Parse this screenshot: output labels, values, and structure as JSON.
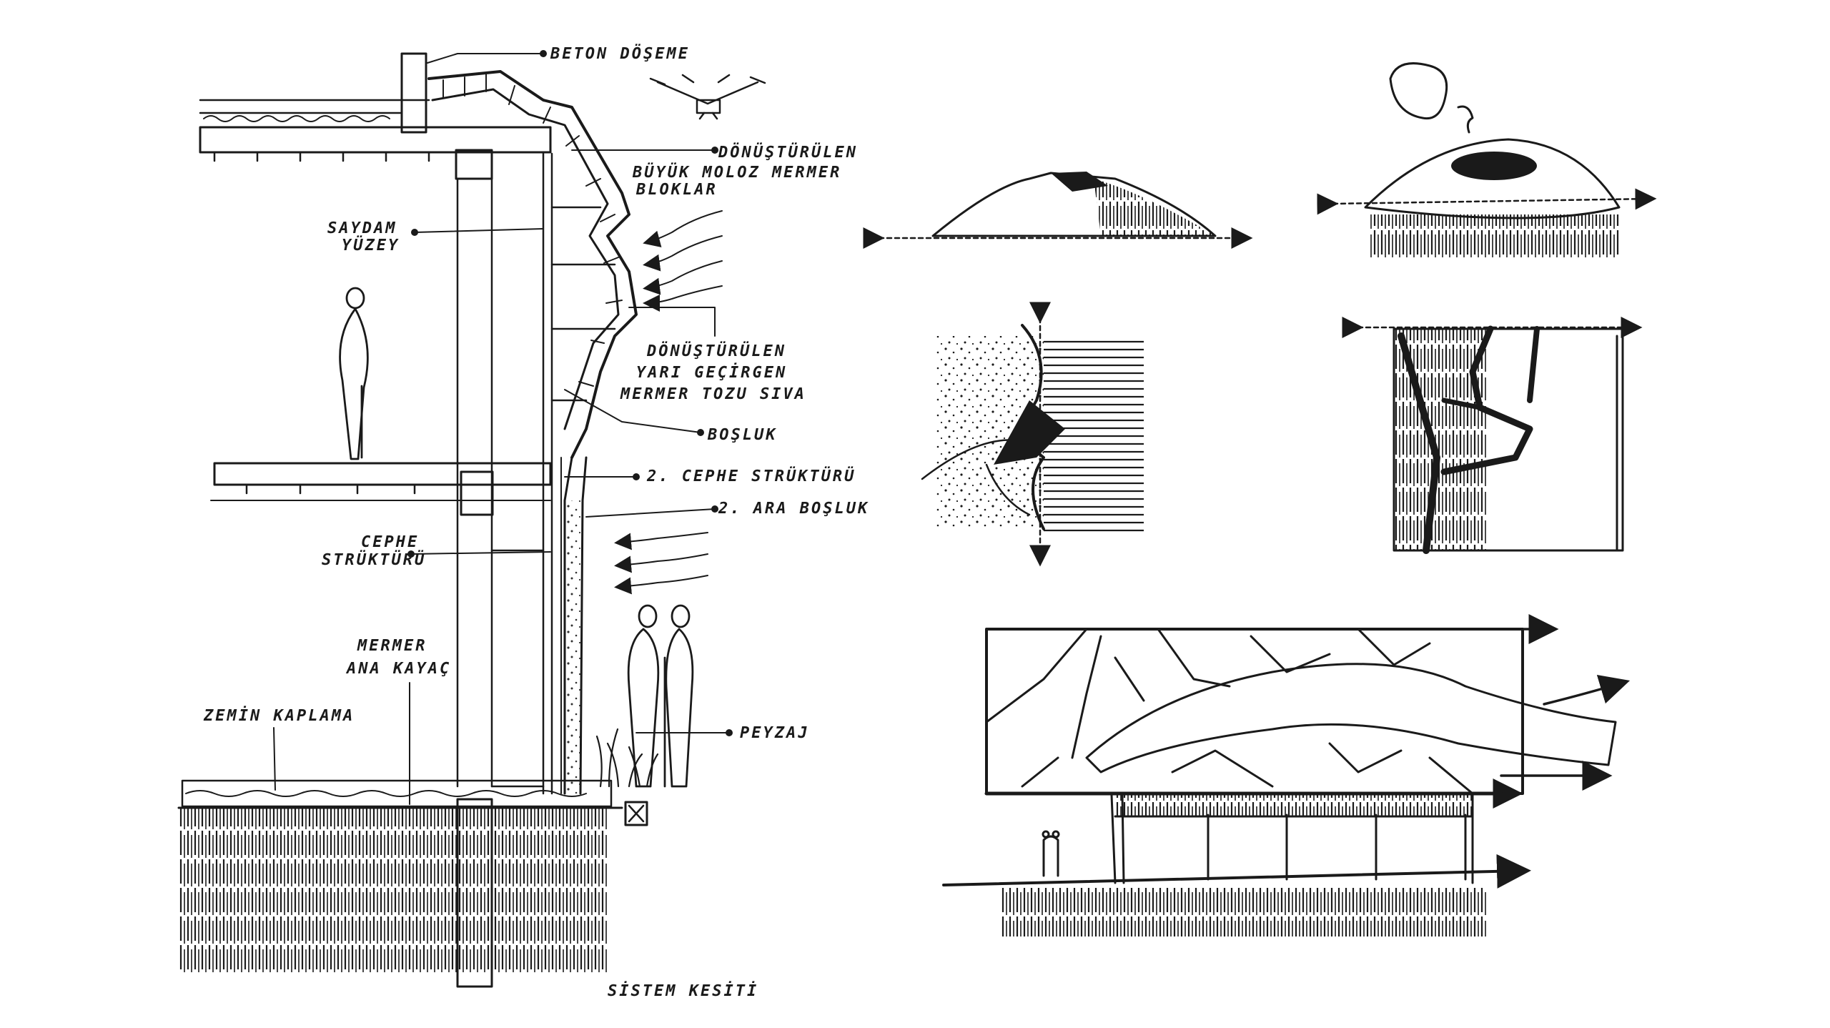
{
  "labels": {
    "beton_doseme": "BETON DÖŞEME",
    "donusturulen_1": "DÖNÜŞTÜRÜLEN",
    "buyuk_moloz_1": "BÜYÜK MOLOZ MERMER",
    "buyuk_moloz_2": "BLOKLAR",
    "saydam_1": "SAYDAM",
    "saydam_2": "YÜZEY",
    "donusturulen_2": "DÖNÜŞTÜRÜLEN",
    "yari_gecirgen": "YARI GEÇİRGEN",
    "mermer_tozu": "MERMER TOZU SIVA",
    "bosluk": "BOŞLUK",
    "cephe_strukturu_2": "2. CEPHE STRÜKTÜRÜ",
    "ara_bosluk": "2. ARA BOŞLUK",
    "cephe_1": "CEPHE",
    "cephe_2": "STRÜKTÜRÜ",
    "mermer_ana_1": "MERMER",
    "mermer_ana_2": "ANA KAYAÇ",
    "zemin_kaplama": "ZEMİN KAPLAMA",
    "peyzaj": "PEYZAJ",
    "sistem_kesiti": "SİSTEM KESİTİ"
  },
  "colors": {
    "ink": "#1a1a1a",
    "paper": "#ffffff"
  }
}
